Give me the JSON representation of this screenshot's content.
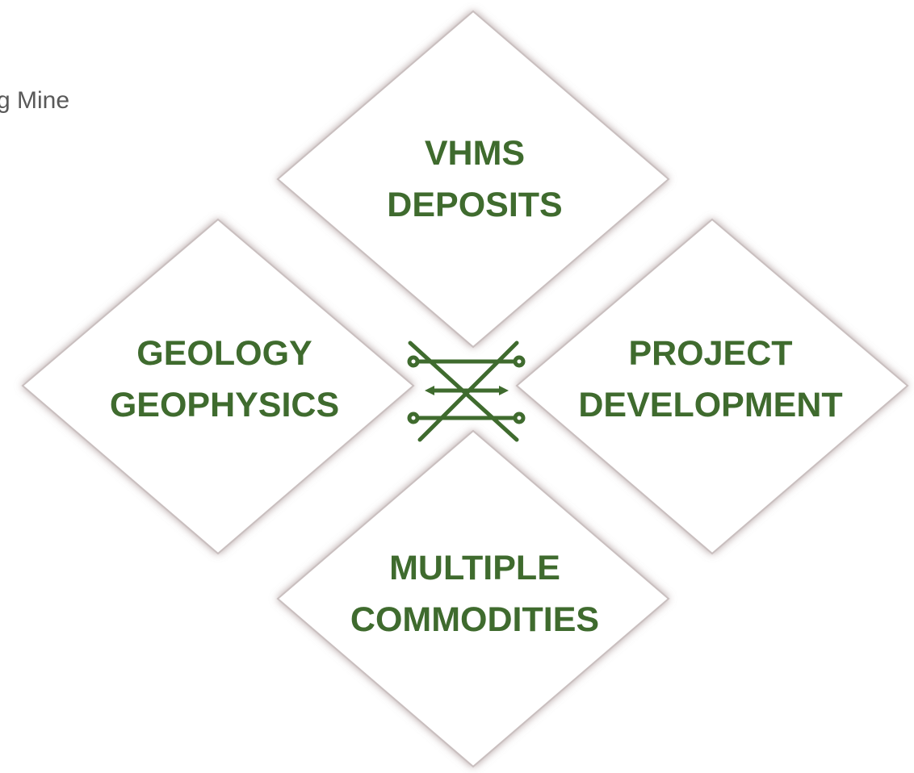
{
  "corner_text": "g Mine",
  "diamonds": {
    "top": {
      "line1": "VHMS",
      "line2": "DEPOSITS"
    },
    "left": {
      "line1": "GEOLOGY",
      "line2": "GEOPHYSICS"
    },
    "right": {
      "line1": "PROJECT",
      "line2": "DEVELOPMENT"
    },
    "bottom": {
      "line1": "MULTIPLE",
      "line2": "COMMODITIES"
    }
  },
  "colors": {
    "label_green": "#3f6b2e",
    "connector_green": "#3f6b2e",
    "diamond_fill": "#ffffff",
    "diamond_edge_shadow": "#b7a9a9"
  },
  "center_icon": "circuit-connector-icon"
}
